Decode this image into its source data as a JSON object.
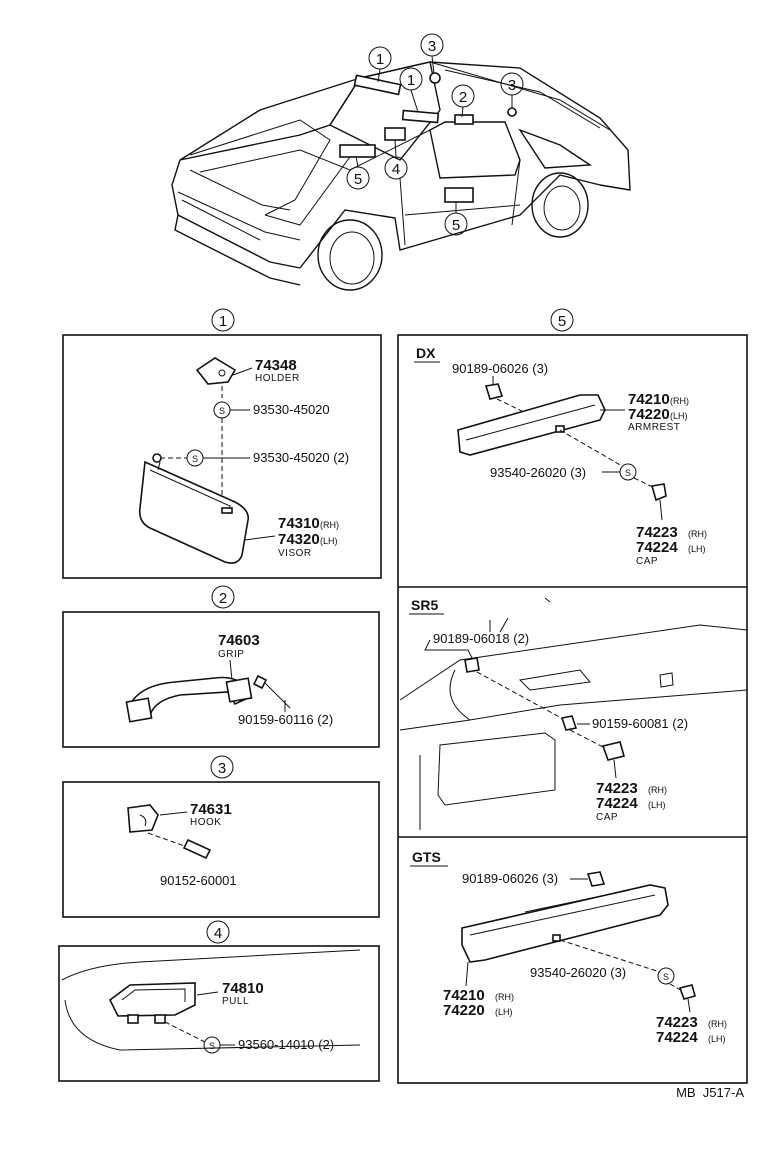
{
  "car_callouts": [
    "1",
    "1",
    "2",
    "3",
    "3",
    "4",
    "5",
    "5"
  ],
  "section_numbers": {
    "s1": "1",
    "s2": "2",
    "s3": "3",
    "s4": "4",
    "s5": "5"
  },
  "visor_section": {
    "holder_pn": "74348",
    "holder_desc": "HOLDER",
    "screw1": "93530-45020",
    "screw2": "93530-45020 (2)",
    "visor_rh": "74310",
    "visor_lh": "74320",
    "rh": "(RH)",
    "lh": "(LH)",
    "visor_desc": "VISOR"
  },
  "grip_section": {
    "grip_pn": "74603",
    "grip_desc": "GRIP",
    "screw": "90159-60116 (2)"
  },
  "hook_section": {
    "hook_pn": "74631",
    "hook_desc": "HOOK",
    "screw": "90152-60001"
  },
  "pull_section": {
    "pull_pn": "74810",
    "pull_desc": "PULL",
    "screw": "93560-14010 (2)"
  },
  "armrest_section": {
    "dx": {
      "label": "DX",
      "clip": "90189-06026 (3)",
      "armrest_rh": "74210",
      "armrest_lh": "74220",
      "rh": "(RH)",
      "lh": "(LH)",
      "armrest_desc": "ARMREST",
      "screw": "93540-26020 (3)",
      "cap_rh": "74223",
      "cap_lh": "74224",
      "cap_desc": "CAP"
    },
    "sr5": {
      "label": "SR5",
      "clip": "90189-06018 (2)",
      "screw": "90159-60081 (2)",
      "cap_rh": "74223",
      "cap_lh": "74224",
      "rh": "(RH)",
      "lh": "(LH)",
      "cap_desc": "CAP"
    },
    "gts": {
      "label": "GTS",
      "clip": "90189-06026 (3)",
      "screw": "93540-26020 (3)",
      "armrest_rh": "74210",
      "armrest_lh": "74220",
      "rh": "(RH)",
      "lh": "(LH)",
      "cap_rh": "74223",
      "cap_lh": "74224"
    }
  },
  "fastener_symbol": "S",
  "footer": "MB  J517-A"
}
